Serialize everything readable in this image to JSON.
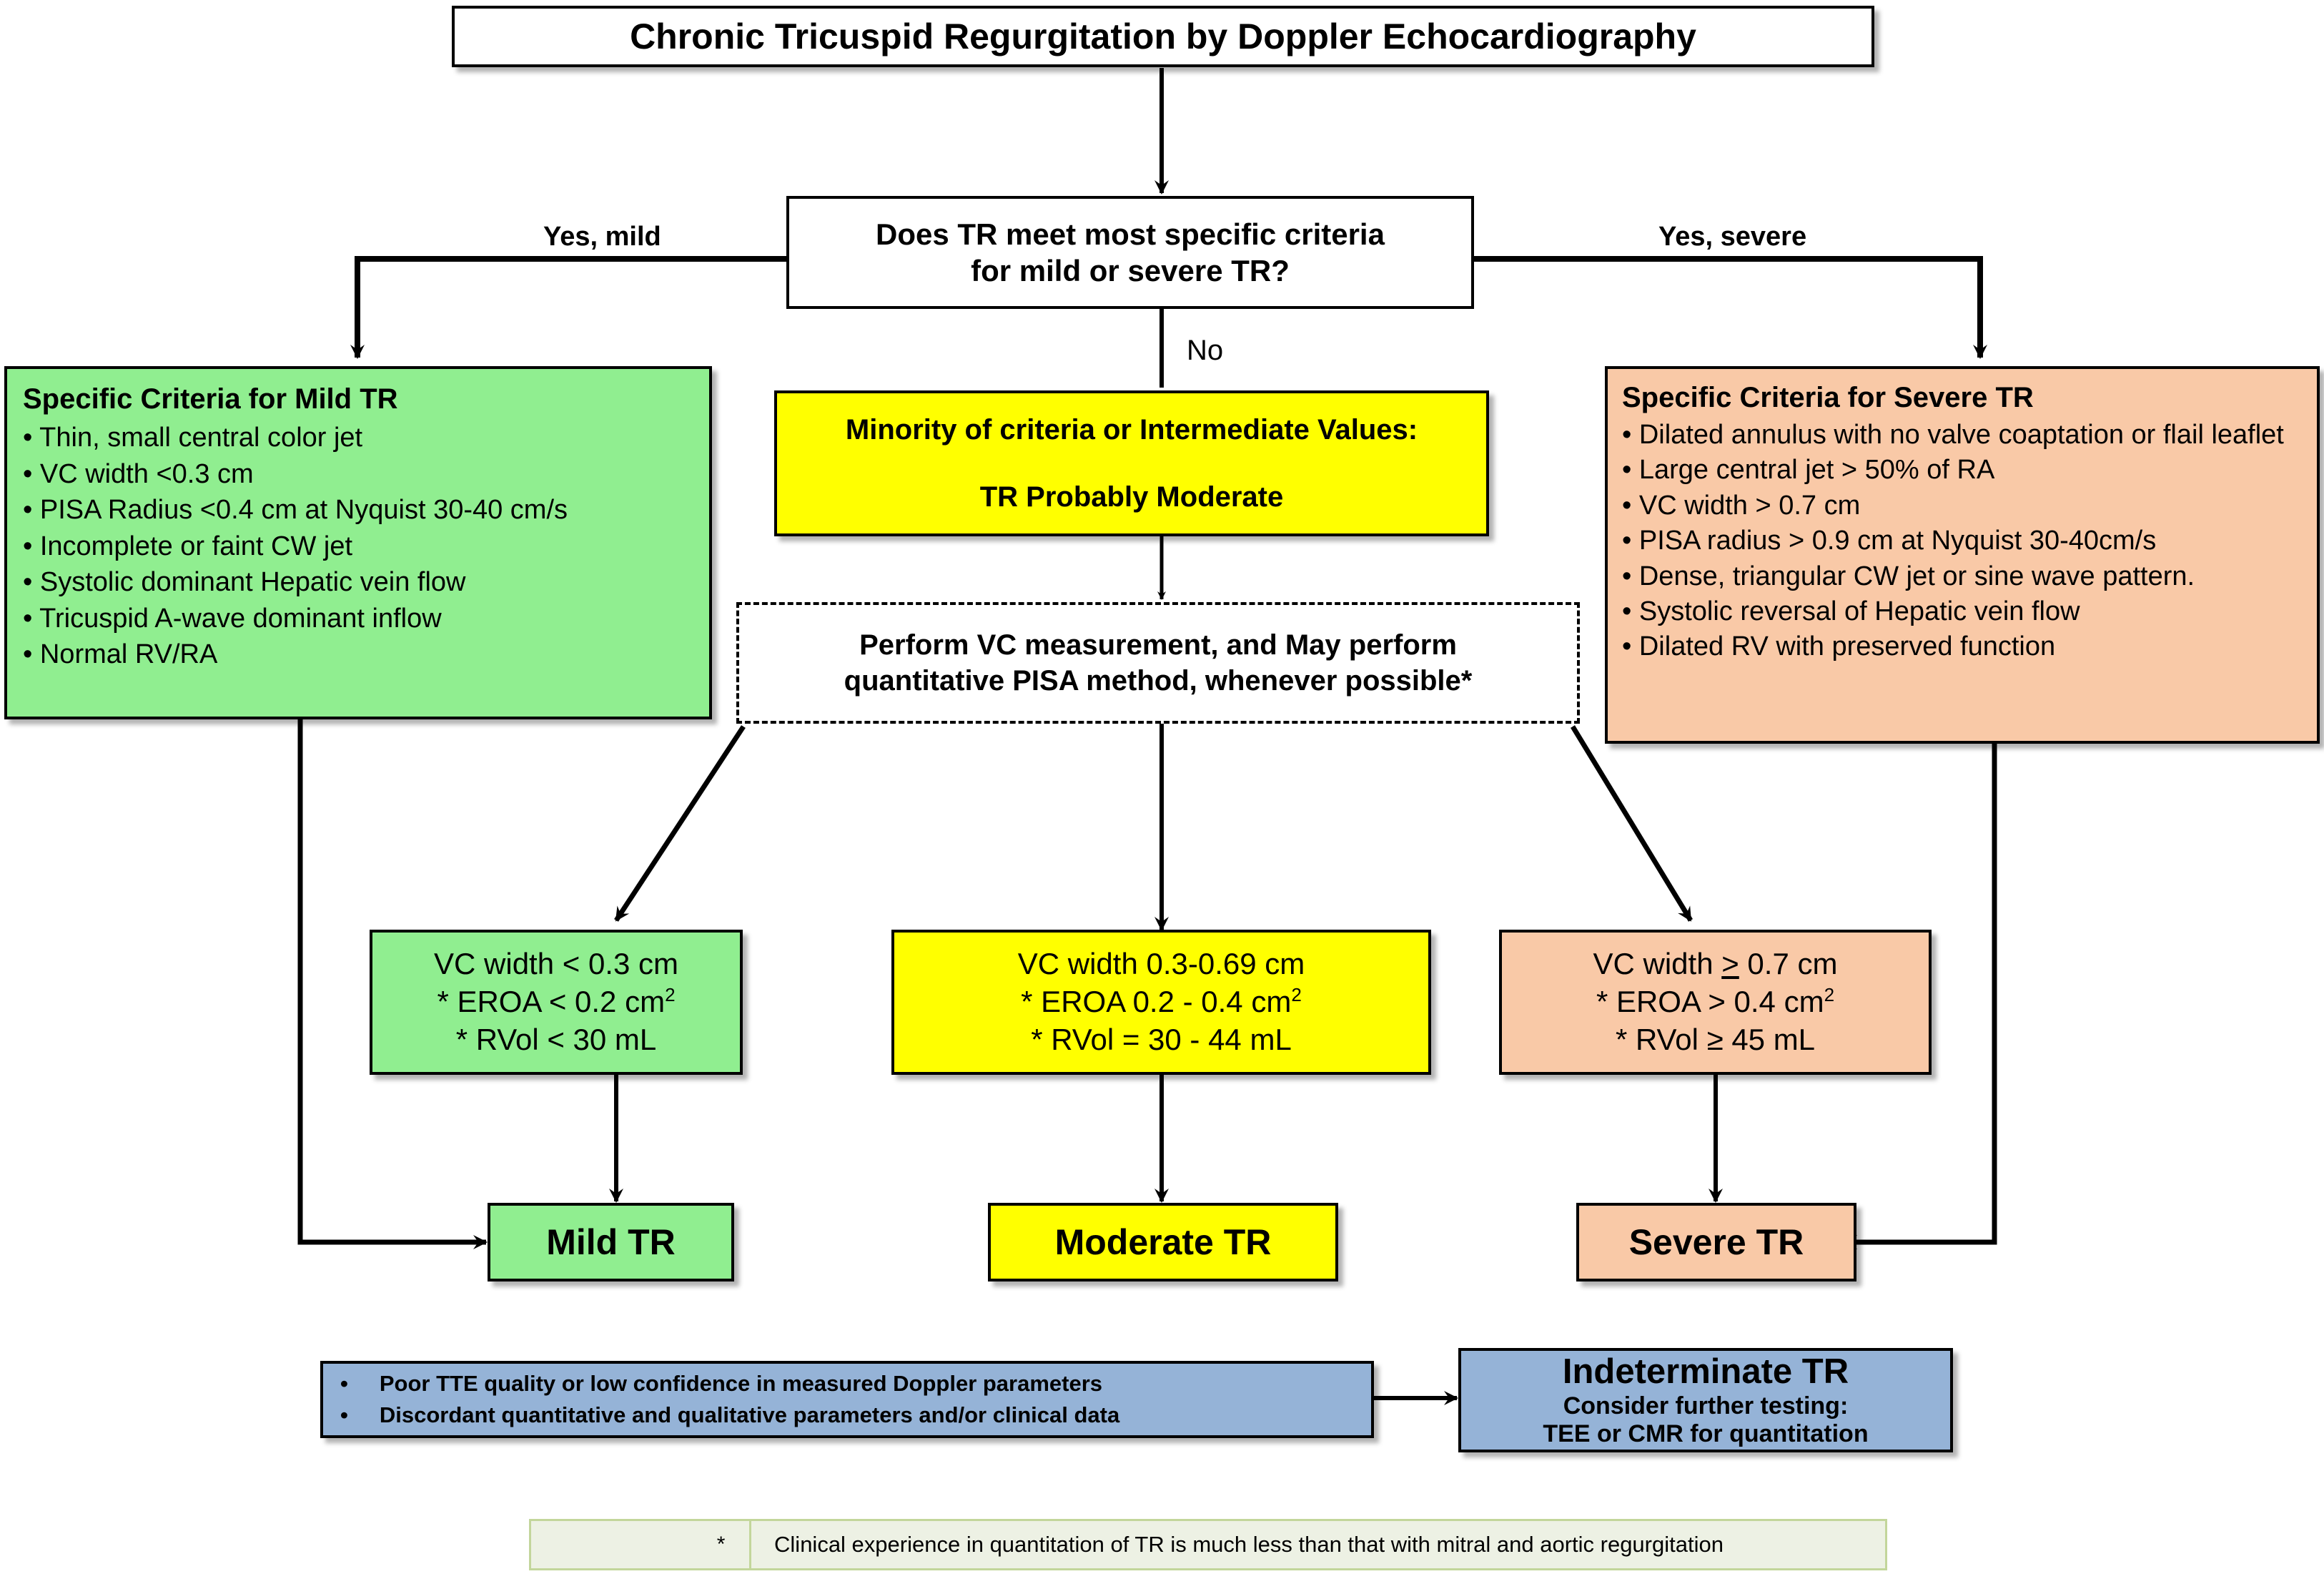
{
  "title": {
    "text": "Chronic Tricuspid Regurgitation by Doppler Echocardiography"
  },
  "decision": {
    "line1": "Does TR  meet  most specific criteria",
    "line2": "for mild or severe TR?",
    "branch_left_label": "Yes, mild",
    "branch_right_label": "Yes, severe",
    "branch_down_label": "No"
  },
  "mild_criteria": {
    "heading": "Specific Criteria for Mild TR",
    "items": [
      "• Thin, small central color jet",
      "• VC width <0.3 cm",
      "• PISA Radius <0.4 cm at Nyquist 30-40 cm/s",
      "• Incomplete or faint CW jet",
      "• Systolic dominant Hepatic vein flow",
      "• Tricuspid A-wave dominant inflow",
      "• Normal RV/RA"
    ]
  },
  "severe_criteria": {
    "heading": "Specific Criteria for Severe TR",
    "items": [
      "• Dilated annulus with no valve coaptation or flail leaflet",
      "• Large central jet > 50% of RA",
      "• VC width > 0.7 cm",
      "• PISA radius > 0.9 cm at Nyquist 30-40cm/s",
      "• Dense, triangular CW jet or sine wave pattern.",
      "• Systolic reversal of Hepatic vein flow",
      "• Dilated RV with preserved function"
    ]
  },
  "intermediate": {
    "line1": "Minority of criteria or Intermediate Values:",
    "line2": "TR Probably Moderate"
  },
  "perform": {
    "line1": "Perform VC measurement, and May perform",
    "line2": "quantitative PISA method, whenever possible*"
  },
  "measure_mild": {
    "line1": "VC width < 0.3 cm",
    "line2_pre": "* EROA < 0.2 cm",
    "line2_sup": "2",
    "line3": "* RVol < 30 mL"
  },
  "measure_moderate": {
    "line1": "VC width 0.3-0.69 cm",
    "line2_pre": "* EROA 0.2 - 0.4 cm",
    "line2_sup": "2",
    "line3": "* RVol = 30 - 44 mL"
  },
  "measure_severe": {
    "line1_pre": "VC width ",
    "line1_sym": ">",
    "line1_post": " 0.7 cm",
    "line2_pre": "* EROA > 0.4 cm",
    "line2_sup": "2",
    "line3": "* RVol ≥ 45 mL"
  },
  "outcomes": {
    "mild": "Mild TR",
    "moderate": "Moderate TR",
    "severe": "Severe TR"
  },
  "indeterminate_reasons": {
    "items": [
      "Poor TTE quality or low confidence in measured Doppler parameters",
      "Discordant quantitative and qualitative parameters and/or clinical data"
    ]
  },
  "indeterminate": {
    "line1": "Indeterminate TR",
    "line2": "Consider further testing:",
    "line3": "TEE or CMR for quantitation"
  },
  "footnote": {
    "marker": "*",
    "text": "Clinical experience in quantitation of TR is much less than that with  mitral and aortic regurgitation"
  },
  "colors": {
    "mild": "#90EE90",
    "moderate": "#FFFF00",
    "severe": "#F9C9A7",
    "indeterminate": "#95B3D7",
    "note_border": "#C3D69B",
    "note_fill": "#EDF1E4",
    "line": "#000000"
  }
}
